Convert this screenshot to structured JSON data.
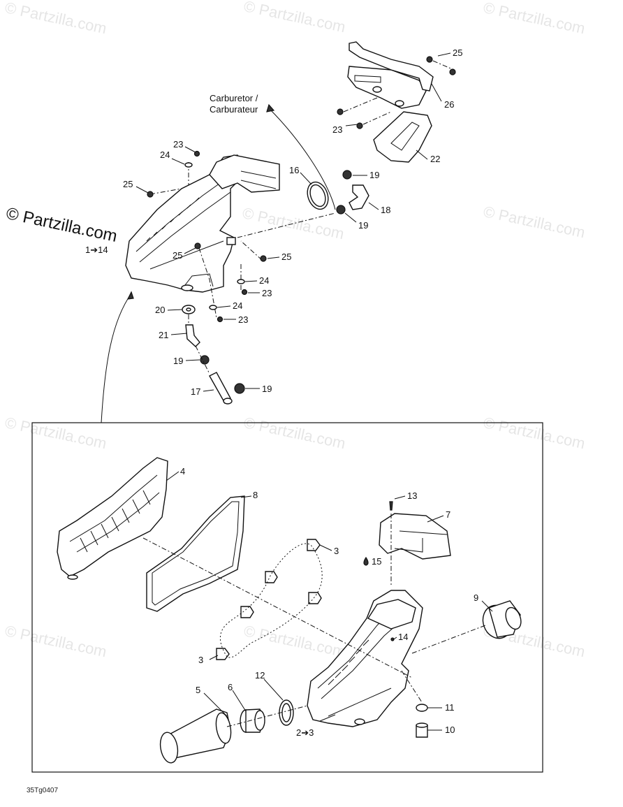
{
  "watermark": {
    "text": "© Partzilla.com",
    "main_text": "© Partzilla.com"
  },
  "annotations": {
    "carburetor_line1": "Carburetor /",
    "carburetor_line2": "Carburateur",
    "overview_ref": "1➔14",
    "detail_ref": "2➔3",
    "glue_15": "15"
  },
  "reference_code": "35Tg0407",
  "callouts_upper": [
    "25",
    "26",
    "23",
    "22",
    "23",
    "24",
    "25",
    "16",
    "19",
    "18",
    "19",
    "25",
    "25",
    "24",
    "23",
    "20",
    "24",
    "23",
    "21",
    "19",
    "17",
    "19"
  ],
  "callouts_lower": [
    "4",
    "8",
    "13",
    "7",
    "3",
    "9",
    "3",
    "14",
    "5",
    "6",
    "12",
    "11",
    "10"
  ]
}
